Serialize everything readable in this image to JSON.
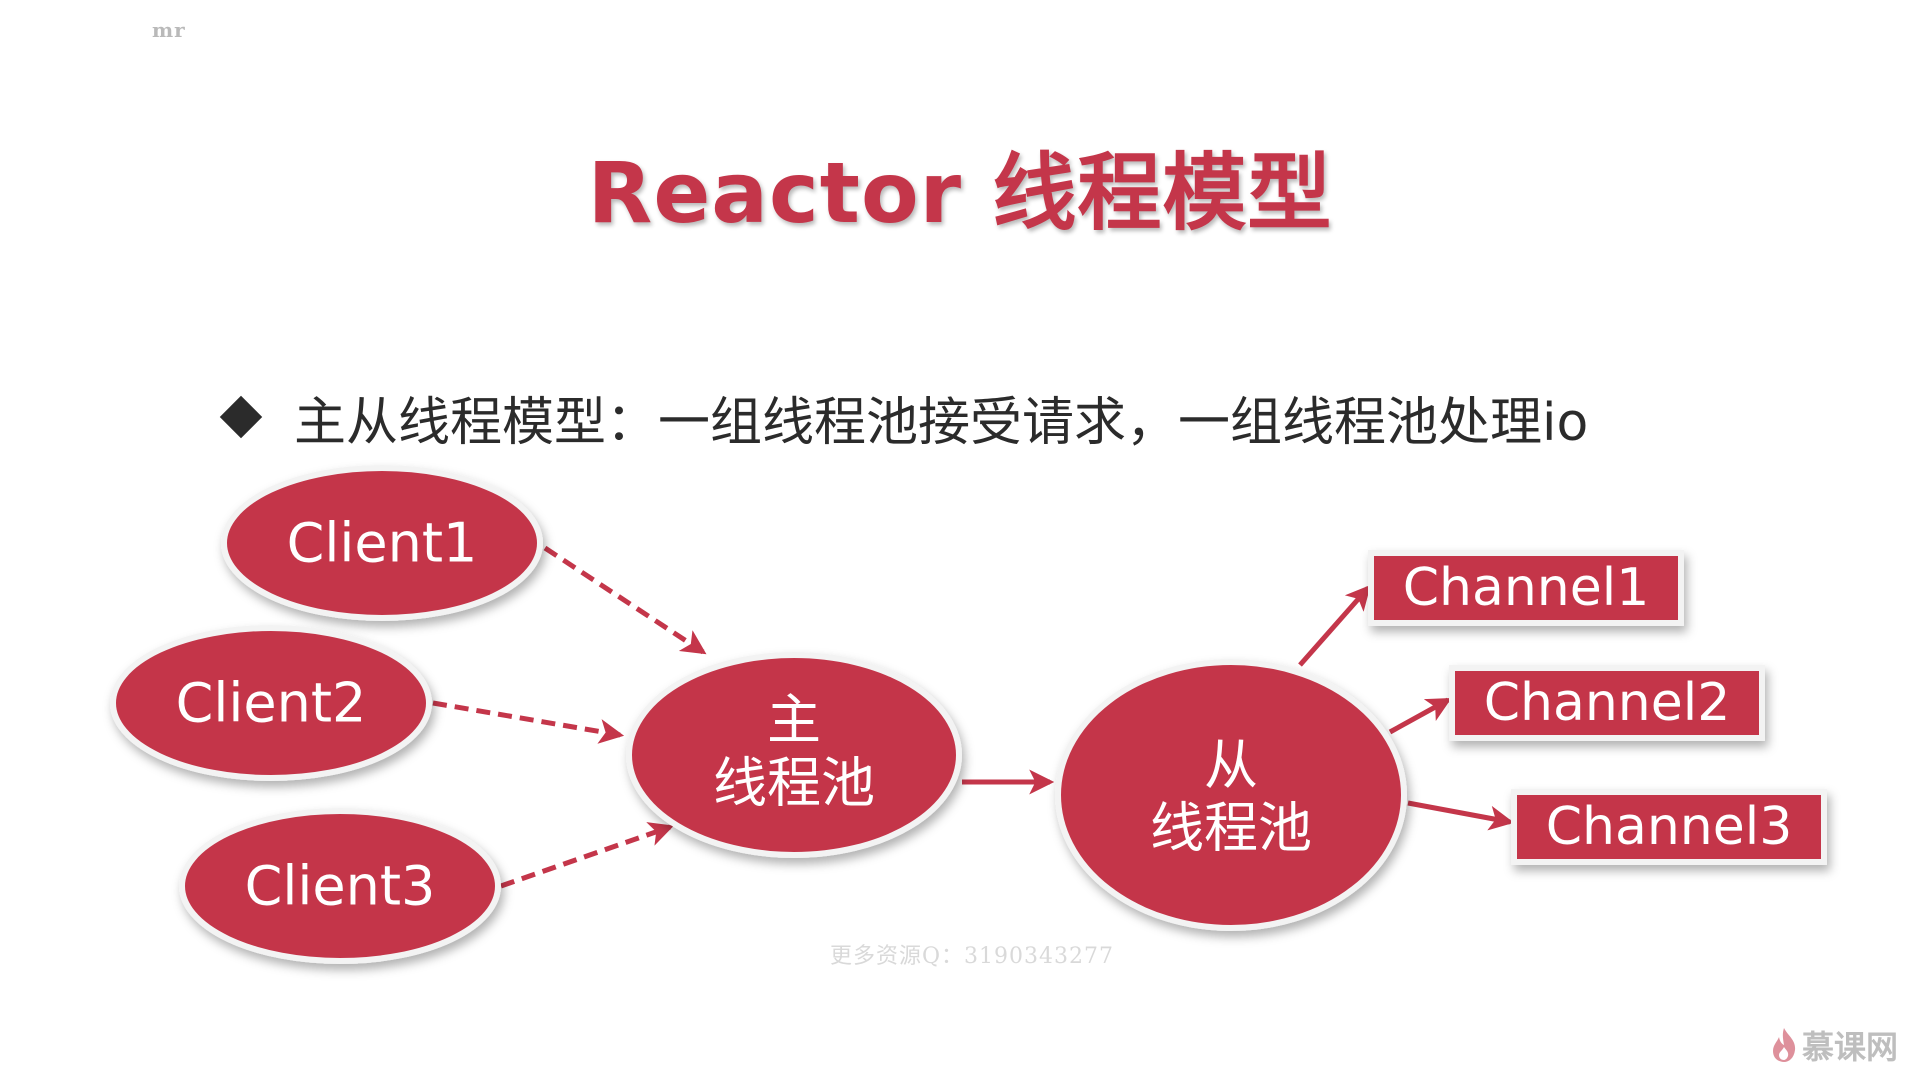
{
  "watermark_top": "mr",
  "title": "Reactor 线程模型",
  "bullet": "主从线程模型：一组线程池接受请求，一组线程池处理io",
  "clients": [
    "Client1",
    "Client2",
    "Client3"
  ],
  "main_pool": {
    "line1": "主",
    "line2": "线程池"
  },
  "sub_pool": {
    "line1": "从",
    "line2": "线程池"
  },
  "channels": [
    "Channel1",
    "Channel2",
    "Channel3"
  ],
  "watermark_center": "更多资源Q：3190343277",
  "brand": {
    "text": "慕课网",
    "icon": "flame-icon"
  },
  "colors": {
    "accent": "#c4364a",
    "text": "#2b2b2b",
    "watermark": "#d9d9d9"
  }
}
